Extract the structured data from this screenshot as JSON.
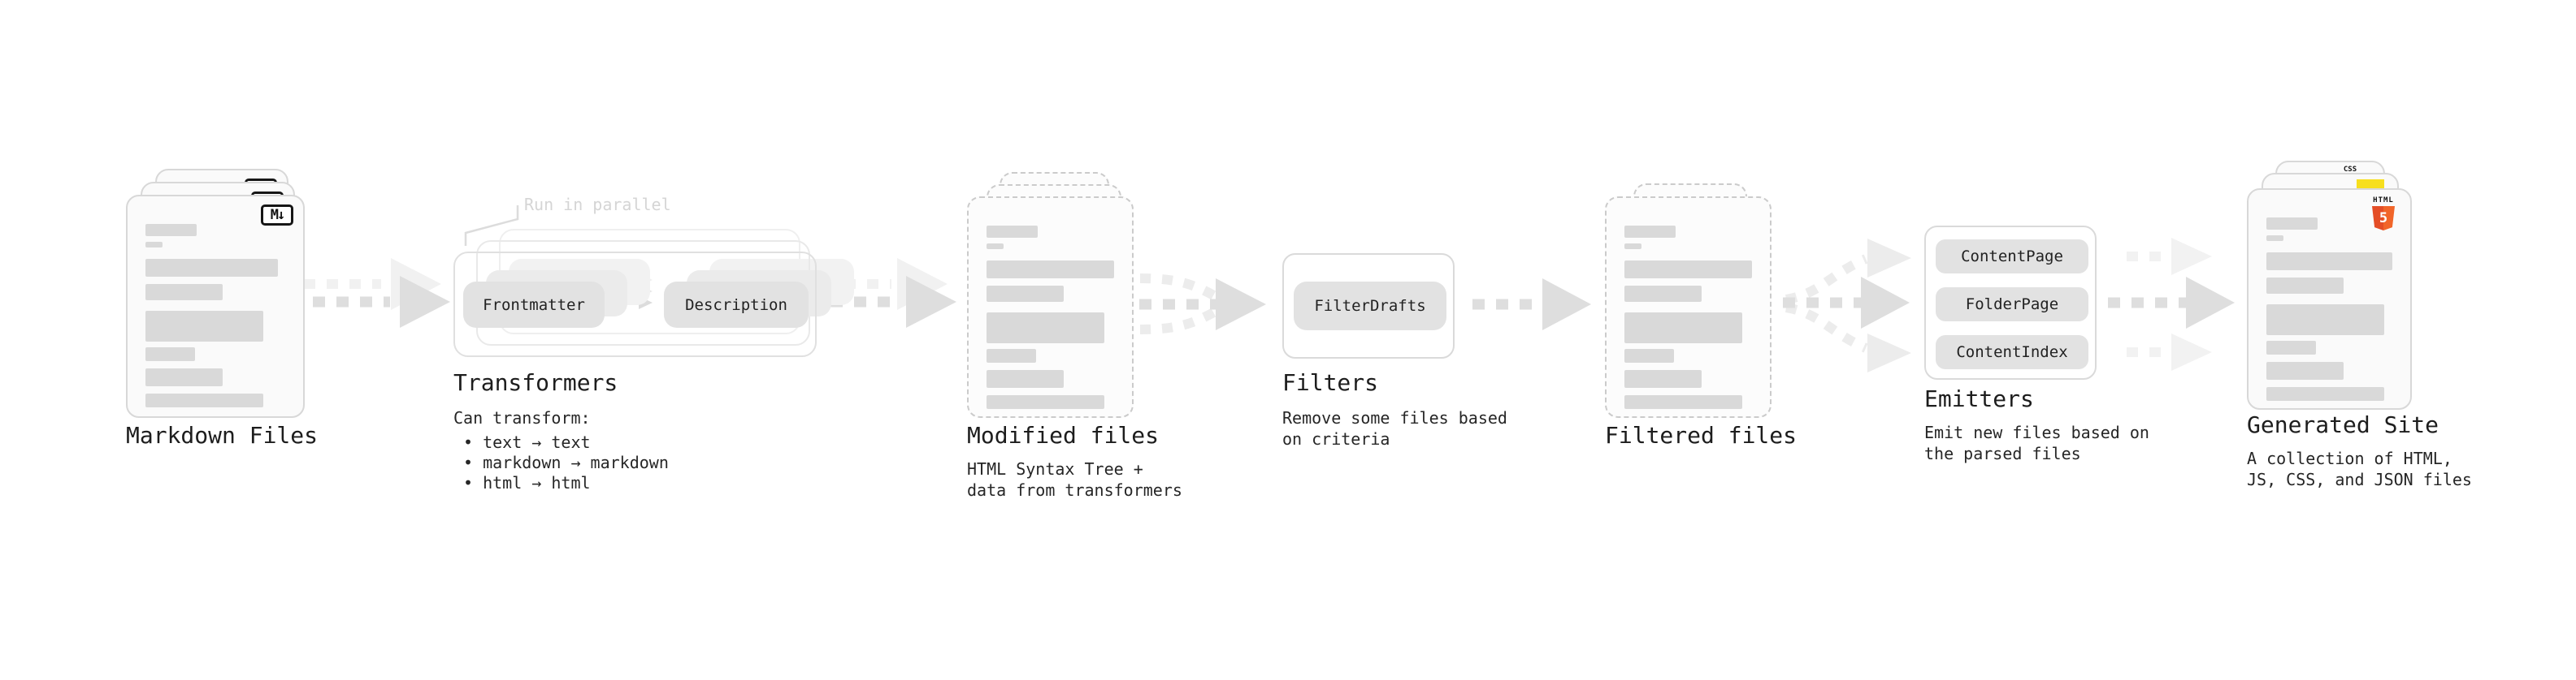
{
  "markdown": {
    "title": "Markdown Files",
    "badge": "M↓"
  },
  "transformers": {
    "title": "Transformers",
    "callout": "Run in parallel",
    "pill_left": "Frontmatter",
    "pill_right": "Description",
    "sub": "Can transform:",
    "bullets": [
      "• text → text",
      "• markdown → markdown",
      "• html → html"
    ]
  },
  "modified": {
    "title": "Modified files",
    "sub1": "HTML Syntax Tree +",
    "sub2": "data from transformers"
  },
  "filters": {
    "title": "Filters",
    "pill": "FilterDrafts",
    "sub1": "Remove some files based",
    "sub2": "on criteria"
  },
  "filtered": {
    "title": "Filtered files"
  },
  "emitters": {
    "title": "Emitters",
    "pills": [
      "ContentPage",
      "FolderPage",
      "ContentIndex"
    ],
    "sub1": "Emit new files based on",
    "sub2": "the parsed files"
  },
  "site": {
    "title": "Generated Site",
    "sub1": "A collection of HTML,",
    "sub2": "JS, CSS, and JSON files",
    "badge_css": "CSS",
    "badge_html": "HTML",
    "badge_html_number": "5"
  },
  "colors": {
    "html5_orange": "#e44d26",
    "html5_orange_light": "#f16529",
    "js_yellow": "#f7df1e",
    "css_blue": "#2965f1",
    "arrow_gray": "#dedede",
    "muted_callout": "#d5d5d5",
    "text": "#1d1d1d"
  }
}
